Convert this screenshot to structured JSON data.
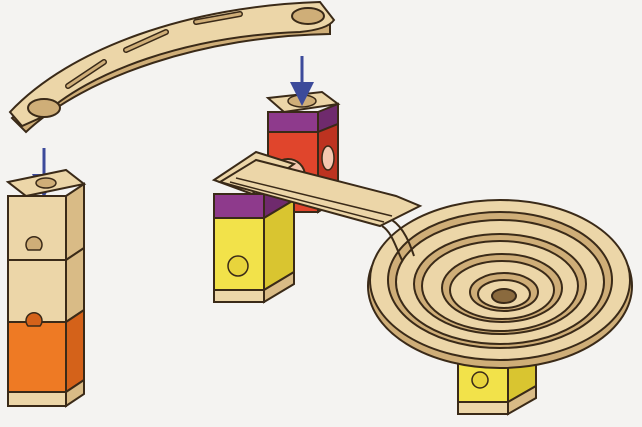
{
  "illustration": {
    "kind": "assembly-instruction",
    "parts": [
      "curved-rail",
      "tall-block-tower",
      "red-funnel-block",
      "yellow-support-block",
      "spiral-track",
      "small-yellow-block"
    ],
    "arrow_count": 2,
    "colors": {
      "background": "#f4f3f1",
      "wood": "#ecd6a8",
      "wood_shadow": "#cfae78",
      "outline": "#3a2a18",
      "red": "#e0452c",
      "orange": "#ee7a24",
      "yellow": "#f2e24a",
      "purple": "#8e3a8c",
      "arrow": "#3c4a9a"
    }
  }
}
